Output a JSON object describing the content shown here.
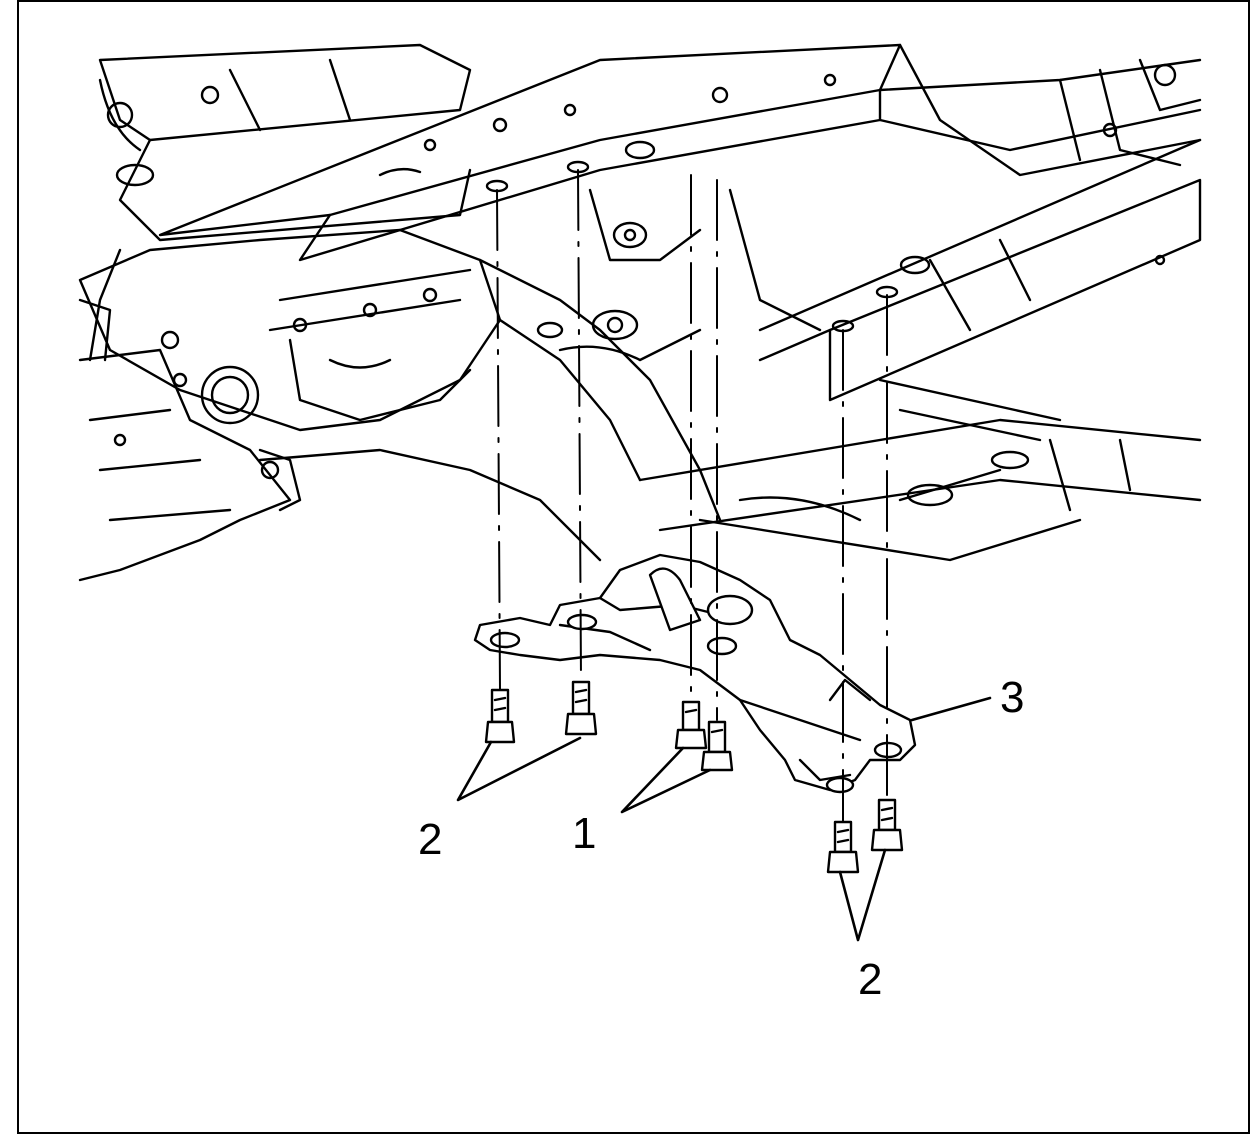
{
  "diagram": {
    "callouts": {
      "bolts_left": "2",
      "bolts_center": "1",
      "bracket": "3",
      "bolts_right": "2"
    },
    "colors": {
      "ink": "#000000",
      "paper": "#ffffff"
    }
  }
}
